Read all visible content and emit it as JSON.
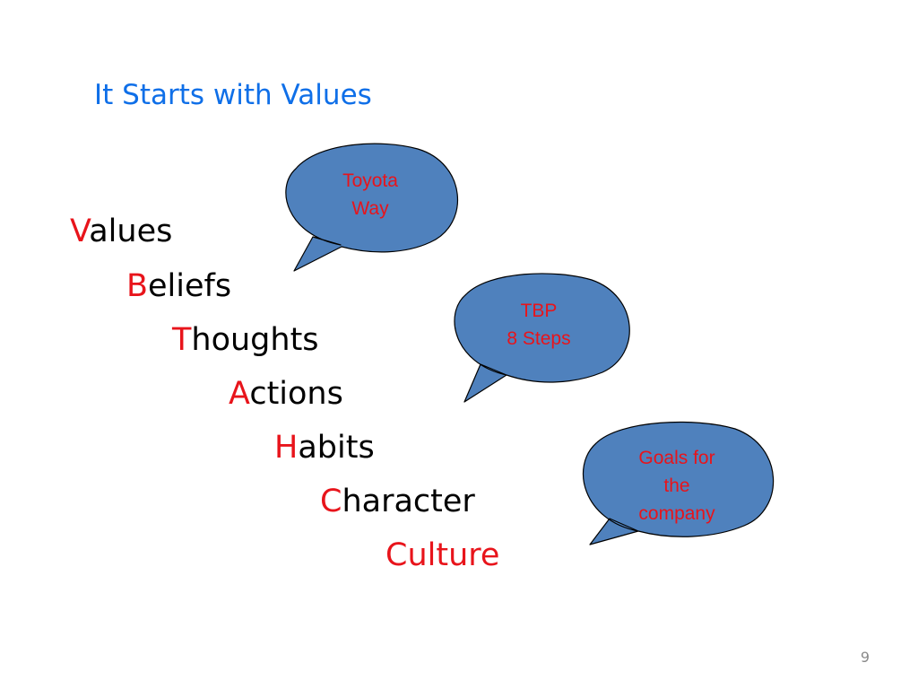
{
  "slide": {
    "title": "It Starts with Values",
    "page_number": "9"
  },
  "steps": [
    {
      "initial": "V",
      "rest": "alues"
    },
    {
      "initial": "B",
      "rest": "eliefs"
    },
    {
      "initial": "T",
      "rest": "houghts"
    },
    {
      "initial": "A",
      "rest": "ctions"
    },
    {
      "initial": "H",
      "rest": "abits"
    },
    {
      "initial": "C",
      "rest": "haracter"
    },
    {
      "initial": "C",
      "rest": "ulture"
    }
  ],
  "callouts": [
    {
      "lines": [
        "Toyota",
        "Way"
      ]
    },
    {
      "lines": [
        "TBP",
        "8 Steps"
      ]
    },
    {
      "lines": [
        "Goals for",
        "the",
        "company"
      ]
    }
  ],
  "colors": {
    "title": "#0f6fe8",
    "accent_red": "#e8141b",
    "bubble_fill": "#4f81bd",
    "bubble_stroke": "#000000",
    "body_text": "#000000"
  }
}
